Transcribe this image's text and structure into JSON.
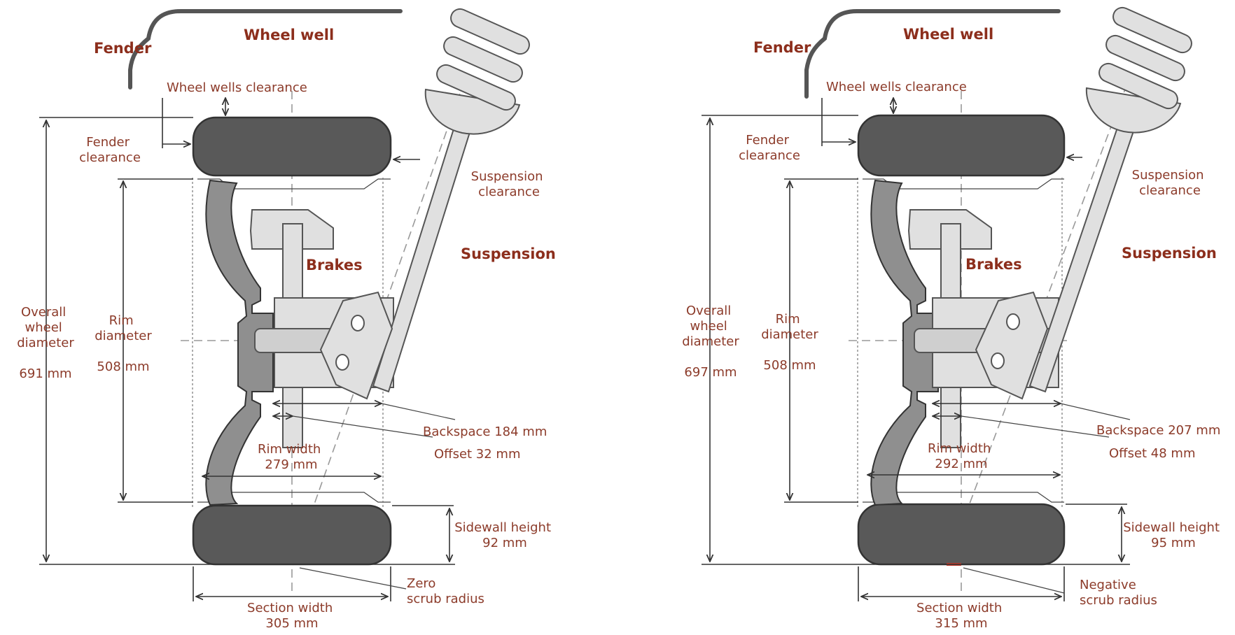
{
  "diagrams": [
    {
      "fender": "Fender",
      "wheel_well": "Wheel well",
      "wheel_wells_clearance": "Wheel wells clearance",
      "fender_clearance": [
        "Fender",
        "clearance"
      ],
      "suspension_clearance": [
        "Suspension",
        "clearance"
      ],
      "suspension": "Suspension",
      "brakes": "Brakes",
      "overall_wheel_diameter": [
        "Overall",
        "wheel",
        "diameter"
      ],
      "overall_wheel_diameter_value": "691 mm",
      "rim_diameter": [
        "Rim",
        "diameter"
      ],
      "rim_diameter_value": "508 mm",
      "backspace": "Backspace 184 mm",
      "offset": "Offset 32 mm",
      "rim_width": [
        "Rim width",
        "279 mm"
      ],
      "sidewall_height": [
        "Sidewall height",
        "92 mm"
      ],
      "scrub_radius": [
        "Zero",
        "scrub radius"
      ],
      "section_width": [
        "Section width",
        "305 mm"
      ]
    },
    {
      "fender": "Fender",
      "wheel_well": "Wheel well",
      "wheel_wells_clearance": "Wheel wells clearance",
      "fender_clearance": [
        "Fender",
        "clearance"
      ],
      "suspension_clearance": [
        "Suspension",
        "clearance"
      ],
      "suspension": "Suspension",
      "brakes": "Brakes",
      "overall_wheel_diameter": [
        "Overall",
        "wheel",
        "diameter"
      ],
      "overall_wheel_diameter_value": "697 mm",
      "rim_diameter": [
        "Rim",
        "diameter"
      ],
      "rim_diameter_value": "508 mm",
      "backspace": "Backspace 207 mm",
      "offset": "Offset 48 mm",
      "rim_width": [
        "Rim width",
        "292 mm"
      ],
      "sidewall_height": [
        "Sidewall height",
        "95 mm"
      ],
      "scrub_radius": [
        "Negative",
        "scrub radius"
      ],
      "section_width": [
        "Section width",
        "315 mm"
      ]
    }
  ]
}
